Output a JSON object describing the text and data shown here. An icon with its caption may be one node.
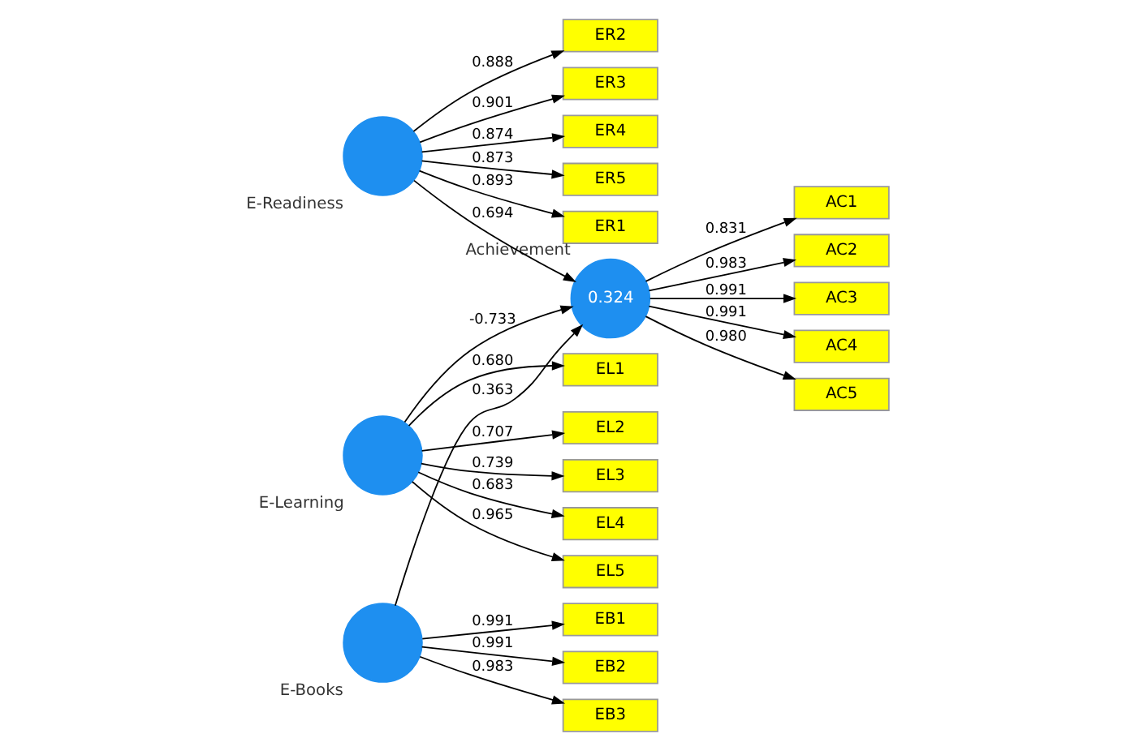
{
  "diagram": {
    "nodes": [
      {
        "text": [
          "ER1"
        ]
      },
      {
        "text": [
          "ER2"
        ]
      },
      {
        "text": [
          "ER3"
        ]
      },
      {
        "text": [
          "ER4"
        ]
      },
      {
        "text": [
          "ER5"
        ]
      },
      {
        "text": [
          "EL1"
        ]
      },
      {
        "text": [
          "EL2"
        ]
      },
      {
        "text": [
          "EL3"
        ]
      },
      {
        "text": [
          "EL4"
        ]
      },
      {
        "text": [
          "EL5"
        ]
      },
      {
        "text": [],
        "shape": "circle",
        "beside": [
          "E-Learning"
        ]
      },
      {
        "text": [],
        "shape": "circle",
        "beside": [
          "E-Readiness"
        ]
      },
      {
        "text": [
          "AC1"
        ]
      },
      {
        "text": [
          "AC2"
        ]
      },
      {
        "text": [
          "AC3"
        ]
      },
      {
        "text": [
          "AC4"
        ]
      },
      {
        "text": [
          "AC5"
        ]
      },
      {
        "text": [
          "0.324"
        ],
        "beside": [
          "Achievement"
        ]
      },
      {
        "text": [
          "EB1"
        ]
      },
      {
        "text": [
          "EB2"
        ]
      },
      {
        "text": [
          "EB3"
        ]
      },
      {
        "text": [],
        "shape": "circle",
        "beside": [
          "E-Books"
        ]
      }
    ],
    "edges": [
      {
        "from": 11,
        "to": 0,
        "arrow": "to",
        "label": "0.893"
      },
      {
        "from": 11,
        "to": 1,
        "arrow": "to",
        "label": "0.888"
      },
      {
        "from": 11,
        "to": 2,
        "arrow": "to",
        "label": "0.901"
      },
      {
        "from": 11,
        "to": 3,
        "arrow": "to",
        "label": "0.874"
      },
      {
        "from": 11,
        "to": 4,
        "arrow": "to",
        "label": "0.873"
      },
      {
        "from": 10,
        "to": 5,
        "arrow": "to",
        "label": "0.680"
      },
      {
        "from": 10,
        "to": 6,
        "arrow": "to",
        "label": "0.707"
      },
      {
        "from": 10,
        "to": 7,
        "arrow": "to",
        "label": "0.739"
      },
      {
        "from": 10,
        "to": 8,
        "arrow": "to",
        "label": "0.683"
      },
      {
        "from": 10,
        "to": 9,
        "arrow": "to",
        "label": "0.965"
      },
      {
        "from": 10,
        "to": 17,
        "arrow": "to",
        "label": "-0.733"
      },
      {
        "from": 11,
        "to": 17,
        "arrow": "to",
        "label": "0.694"
      },
      {
        "from": 21,
        "to": 17,
        "arrow": "to",
        "label": "0.363"
      },
      {
        "from": 17,
        "to": 12,
        "arrow": "to",
        "label": "0.831"
      },
      {
        "from": 17,
        "to": 13,
        "arrow": "to",
        "label": "0.983"
      },
      {
        "from": 17,
        "to": 14,
        "arrow": "to",
        "label": "0.991"
      },
      {
        "from": 17,
        "to": 15,
        "arrow": "to",
        "label": "0.991"
      },
      {
        "from": 17,
        "to": 16,
        "arrow": "to",
        "label": "0.980"
      },
      {
        "from": 21,
        "to": 18,
        "arrow": "to",
        "label": "0.991"
      },
      {
        "from": 21,
        "to": 19,
        "arrow": "to",
        "label": "0.991"
      },
      {
        "from": 21,
        "to": 20,
        "arrow": "to",
        "label": "0.983"
      }
    ]
  }
}
